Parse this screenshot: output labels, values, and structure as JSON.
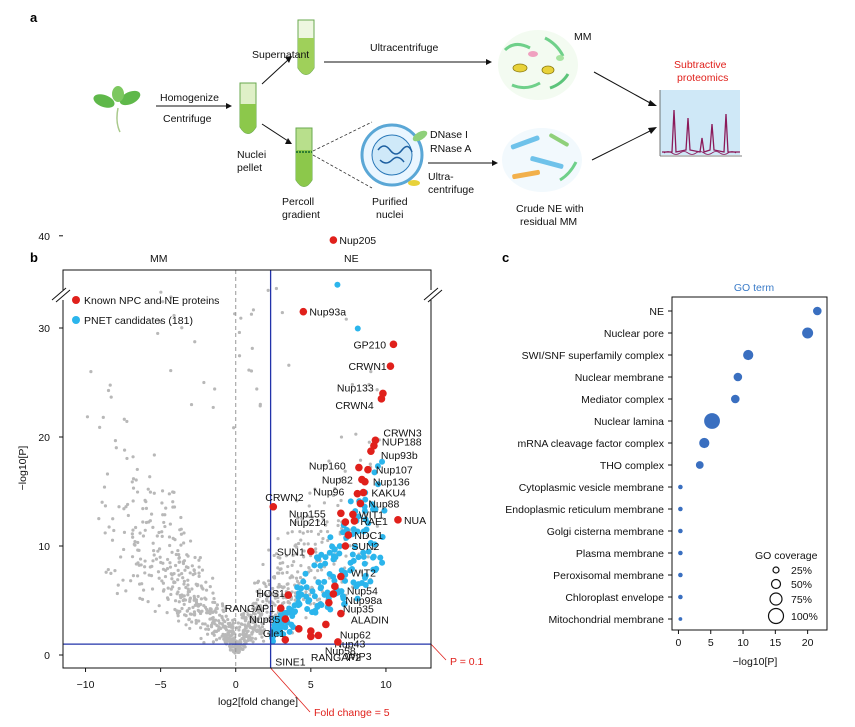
{
  "panel_a": {
    "letter": "a",
    "homogenize": "Homogenize",
    "centrifuge": "Centrifuge",
    "supernatant": "Supernatant",
    "ultracentrifuge": "Ultracentrifuge",
    "mm": "MM",
    "nuclei_pellet_1": "Nuclei",
    "nuclei_pellet_2": "pellet",
    "percoll_1": "Percoll",
    "percoll_2": "gradient",
    "purified_1": "Purified",
    "purified_2": "nuclei",
    "dnase": "DNase I",
    "rnase": "RNase A",
    "ultra2_1": "Ultra-",
    "ultra2_2": "centrifuge",
    "crude_1": "Crude NE with",
    "crude_2": "residual MM",
    "subtractive_1": "Subtractive",
    "subtractive_2": "proteomics",
    "colors": {
      "red": "#e0201b",
      "green": "#7bc043",
      "blue": "#3aa0d8",
      "spectrum_bg": "#cfe8f7",
      "spectrum_line": "#8b1a5a"
    }
  },
  "panel_b": {
    "letter": "b",
    "mm_label": "MM",
    "ne_label": "NE",
    "ylabel": "−log10[P]",
    "xlabel": "log2[fold change]",
    "legend_known": "Known NPC and NE proteins",
    "legend_pnet": "PNET candidates (181)",
    "p_annotation": "P = 0.1",
    "fc_annotation": "Fold change = 5",
    "x_ticks": [
      "−10",
      "−5",
      "0",
      "5",
      "10"
    ],
    "y_ticks": [
      "0",
      "10",
      "20",
      "30",
      "40"
    ],
    "x_tick_values": [
      -10,
      -5,
      0,
      5,
      10
    ],
    "y_tick_values": [
      0,
      10,
      20,
      30,
      40
    ],
    "colors": {
      "known": "#e0201b",
      "pnet": "#2bb5ec",
      "background": "#b8b8b8",
      "thresholds": "#2233aa"
    }
  },
  "panel_c": {
    "letter": "c",
    "title": "GO term",
    "xlabel": "−log10[P]",
    "legend_title": "GO coverage",
    "legend_items": [
      "25%",
      "50%",
      "75%",
      "100%"
    ],
    "x_ticks": [
      "0",
      "5",
      "10",
      "15",
      "20"
    ],
    "colors": {
      "dot": "#3a6fc0"
    }
  },
  "chart_data": [
    {
      "type": "scatter",
      "title": "",
      "xlabel": "log2[fold change]",
      "ylabel": "−log10[P]",
      "xlim": [
        -11.5,
        13
      ],
      "ylim": [
        -1.5,
        41
      ],
      "series": [
        {
          "name": "Known NPC and NE proteins",
          "points": [
            {
              "label": "Nup205",
              "x": 6.5,
              "y": 39.5
            },
            {
              "label": "Nup93a",
              "x": 4.5,
              "y": 31.5
            },
            {
              "label": "GP210",
              "x": 10.5,
              "y": 28.5
            },
            {
              "label": "CRWN1",
              "x": 10.3,
              "y": 26.5
            },
            {
              "label": "Nup133",
              "x": 9.8,
              "y": 24.0
            },
            {
              "label": "CRWN4",
              "x": 9.7,
              "y": 23.5
            },
            {
              "label": "CRWN3",
              "x": 9.3,
              "y": 19.7
            },
            {
              "label": "NUP188",
              "x": 9.2,
              "y": 19.2
            },
            {
              "label": "Nup93b",
              "x": 9.0,
              "y": 18.7
            },
            {
              "label": "Nup160",
              "x": 8.2,
              "y": 17.2
            },
            {
              "label": "Nup107",
              "x": 8.8,
              "y": 17.0
            },
            {
              "label": "Nup82",
              "x": 8.4,
              "y": 16.1
            },
            {
              "label": "Nup136",
              "x": 8.6,
              "y": 15.9
            },
            {
              "label": "Nup96",
              "x": 8.1,
              "y": 14.8
            },
            {
              "label": "KAKU4",
              "x": 8.5,
              "y": 14.9
            },
            {
              "label": "Nup88",
              "x": 8.3,
              "y": 13.9
            },
            {
              "label": "CRWN2",
              "x": 2.5,
              "y": 13.6
            },
            {
              "label": "Nup155",
              "x": 7.0,
              "y": 13.0
            },
            {
              "label": "WIT1",
              "x": 7.8,
              "y": 12.9
            },
            {
              "label": "Nup214",
              "x": 7.3,
              "y": 12.2
            },
            {
              "label": "RAE1",
              "x": 7.9,
              "y": 12.3
            },
            {
              "label": "NUA",
              "x": 10.8,
              "y": 12.4
            },
            {
              "label": "NDC1",
              "x": 7.5,
              "y": 11.0
            },
            {
              "label": "SUN2",
              "x": 7.3,
              "y": 10.0
            },
            {
              "label": "SUN1",
              "x": 5.0,
              "y": 9.5
            },
            {
              "label": "WIT2",
              "x": 7.0,
              "y": 7.2
            },
            {
              "label": "Nup54",
              "x": 6.6,
              "y": 6.3
            },
            {
              "label": "Nup98a",
              "x": 6.5,
              "y": 5.6
            },
            {
              "label": "HOS1",
              "x": 3.5,
              "y": 5.5
            },
            {
              "label": "Nup35",
              "x": 6.2,
              "y": 4.8
            },
            {
              "label": "RANGAP1",
              "x": 3.0,
              "y": 4.3
            },
            {
              "label": "ALADIN",
              "x": 7.0,
              "y": 3.8
            },
            {
              "label": "Nup85",
              "x": 3.3,
              "y": 3.3
            },
            {
              "label": "Nup62",
              "x": 6.0,
              "y": 2.8
            },
            {
              "label": "Gle1",
              "x": 4.2,
              "y": 2.4
            },
            {
              "label": "Nup43",
              "x": 5.5,
              "y": 1.8
            },
            {
              "label": "WIP3",
              "x": 6.8,
              "y": 1.2
            },
            {
              "label": "Nup58",
              "x": 5.0,
              "y": 1.7
            },
            {
              "label": "SINE1",
              "x": 3.3,
              "y": 1.4
            },
            {
              "label": "RANGAP2",
              "x": 5.0,
              "y": 2.2
            }
          ]
        },
        {
          "name": "PNET candidates (181)"
        }
      ],
      "thresholds": {
        "p": 0.1,
        "fold_change": 5
      },
      "legend": "top-left"
    },
    {
      "type": "scatter",
      "title": "GO term",
      "xlabel": "−log10[P]",
      "xlim": [
        -1,
        23
      ],
      "categories": [
        "NE",
        "Nuclear pore",
        "SWI/SNF superfamily complex",
        "Nuclear membrane",
        "Mediator complex",
        "Nuclear lamina",
        "mRNA cleavage factor complex",
        "THO complex",
        "Cytoplasmic vesicle membrane",
        "Endoplasmic reticulum membrane",
        "Golgi cisterna membrane",
        "Plasma membrane",
        "Peroxisomal membrane",
        "Chloroplast envelope",
        "Mitochondrial membrane"
      ],
      "values": [
        21.5,
        20.0,
        10.8,
        9.2,
        8.8,
        5.2,
        4.0,
        3.3,
        0.3,
        0.3,
        0.3,
        0.3,
        0.3,
        0.3,
        0.3
      ],
      "coverage": [
        0.35,
        0.5,
        0.45,
        0.35,
        0.35,
        0.8,
        0.45,
        0.3,
        0.1,
        0.1,
        0.1,
        0.1,
        0.1,
        0.1,
        0.05
      ],
      "legend": "bottom-right"
    }
  ]
}
